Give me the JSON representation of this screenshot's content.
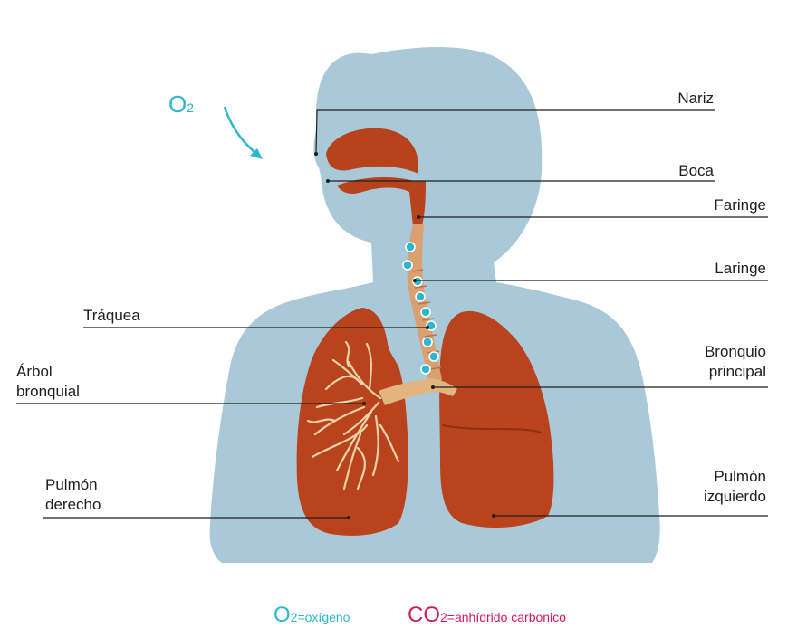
{
  "inflow": {
    "symbol": "O",
    "subscript": "2",
    "color": "#2bb8cf"
  },
  "labels": {
    "nariz": "Nariz",
    "boca": "Boca",
    "faringe": "Faringe",
    "laringe": "Laringe",
    "traquea": "Tráquea",
    "arbol_line1": "Árbol",
    "arbol_line2": "bronquial",
    "bronquio_line1": "Bronquio",
    "bronquio_line2": "principal",
    "pulmon_der_line1": "Pulmón",
    "pulmon_der_line2": "derecho",
    "pulmon_izq_line1": "Pulmón",
    "pulmon_izq_line2": "izquierdo"
  },
  "legend": {
    "o2_symbol": "O",
    "o2_sub": "2",
    "o2_text": "=oxígeno",
    "co2_symbol": "CO",
    "co2_sub": "2",
    "co2_text": "=anhídrido carbonico",
    "o2_color": "#2bb8cf",
    "co2_color": "#d41b5a"
  },
  "colors": {
    "body": "#a9c9d8",
    "lung": "#b8431c",
    "airway": "#b6431c",
    "bronchi": "#f0d3a8",
    "oxygen_dot": "#2bb8cf"
  }
}
